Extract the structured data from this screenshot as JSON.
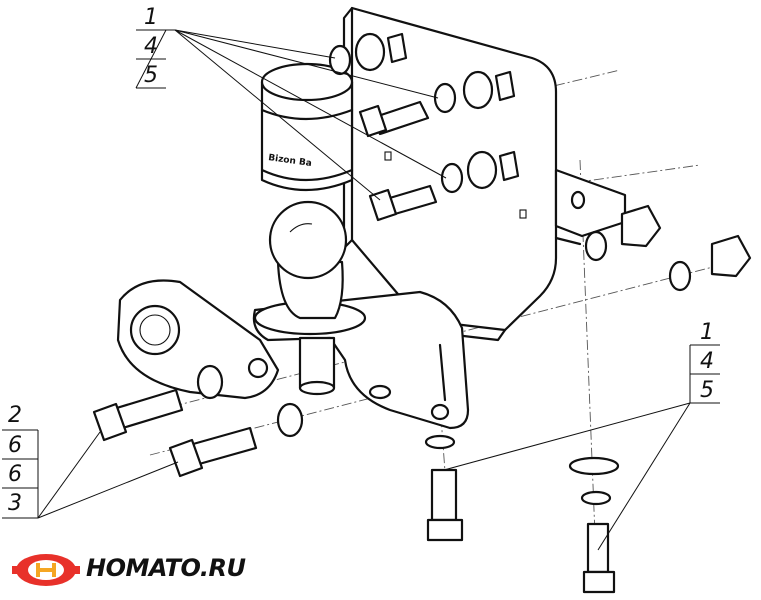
{
  "callouts": {
    "top_left": [
      "1",
      "4",
      "5"
    ],
    "bottom_right": [
      "1",
      "4",
      "5"
    ],
    "left": [
      "2",
      "6",
      "6",
      "3"
    ]
  },
  "ball_cover_brand": "Bizon Ba",
  "logo": {
    "text": "HOMATO.RU",
    "colors": {
      "primary": "#e8312a",
      "accent": "#f5a623"
    }
  }
}
